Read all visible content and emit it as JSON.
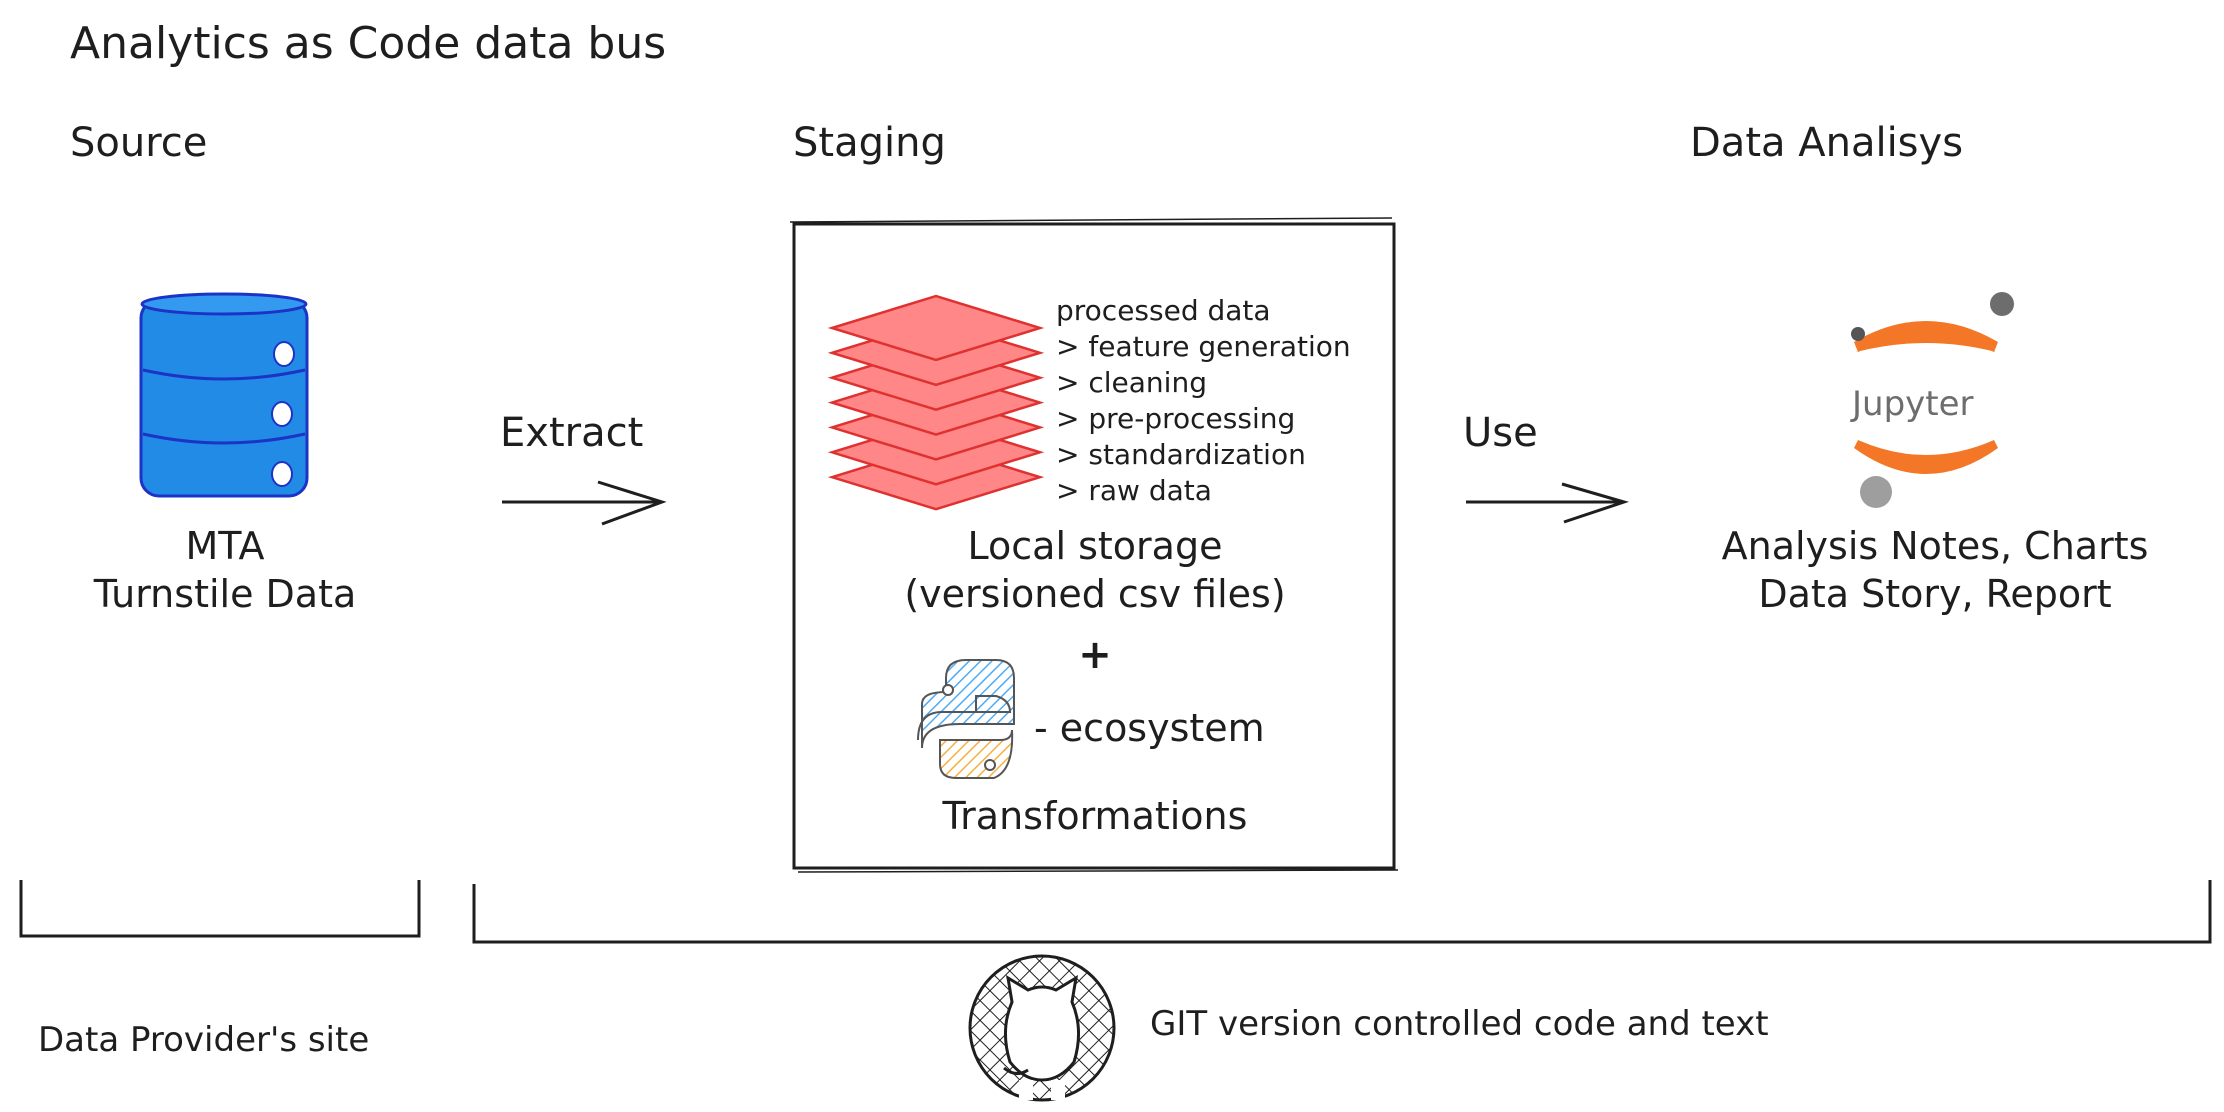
{
  "title": "Analytics as Code data bus",
  "columns": {
    "source": "Source",
    "staging": "Staging",
    "analysis": "Data Analisys"
  },
  "source": {
    "line1": "MTA",
    "line2": "Turnstile Data",
    "site_label": "Data Provider's site"
  },
  "arrows": {
    "extract": "Extract",
    "use": "Use"
  },
  "staging": {
    "layers": [
      "processed data",
      "> feature generation",
      "> cleaning",
      "> pre-processing",
      "> standardization",
      "> raw data"
    ],
    "storage_line1": "Local storage",
    "storage_line2": "(versioned csv files)",
    "plus": "+",
    "ecosystem": "- ecosystem",
    "transformations": "Transformations"
  },
  "analysis": {
    "logo_text": "Jupyter",
    "line1": "Analysis Notes, Charts",
    "line2": "Data Story, Report"
  },
  "git": {
    "label": "GIT version controlled code and text"
  },
  "colors": {
    "database": "#228be6",
    "layers": "#ff8787",
    "layers_stroke": "#e03131",
    "jupyter_orange": "#f37726",
    "jupyter_grey": "#9e9e9e",
    "python_blue": "#4dabf7",
    "python_yellow": "#f5b041"
  }
}
